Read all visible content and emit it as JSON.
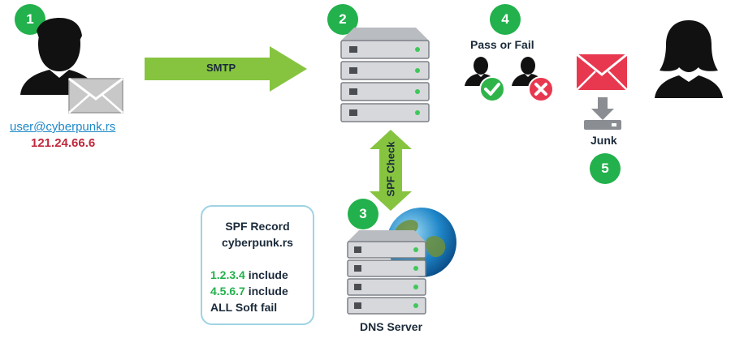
{
  "steps": [
    "1",
    "2",
    "3",
    "4",
    "5"
  ],
  "sender": {
    "email": "user@cyberpunk.rs",
    "ip": "121.24.66.6"
  },
  "smtp_arrow_label": "SMTP",
  "spf_check_label": "SPF Check",
  "pass_fail_label": "Pass or Fail",
  "junk_label": "Junk",
  "dns_server_label": "DNS Server",
  "spf_record": {
    "title": "SPF Record",
    "domain": "cyberpunk.rs",
    "entries": [
      {
        "ip": "1.2.3.4",
        "rule": "include"
      },
      {
        "ip": "4.5.6.7",
        "rule": "include"
      }
    ],
    "all_rule": "ALL Soft fail"
  },
  "colors": {
    "step_green": "#22b14c",
    "arrow_green": "#86c440",
    "ip_red": "#c0283c",
    "email_blue": "#1e88c8",
    "mail_red": "#e8384f"
  },
  "icons": [
    "sender-person-icon",
    "envelope-icon",
    "mail-server-icon",
    "globe-icon",
    "dns-server-icon",
    "pass-person-icon",
    "fail-person-icon",
    "check-icon",
    "cross-icon",
    "red-envelope-icon",
    "download-tray-icon",
    "recipient-person-icon"
  ]
}
